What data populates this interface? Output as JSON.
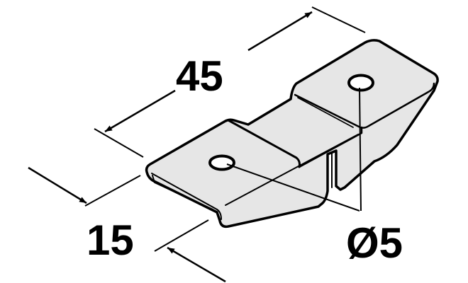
{
  "dimensions": {
    "length": "45",
    "width": "15",
    "hole_diameter": "Ø5"
  },
  "colors": {
    "part_fill": "#e6e6e6",
    "line": "#000000"
  }
}
